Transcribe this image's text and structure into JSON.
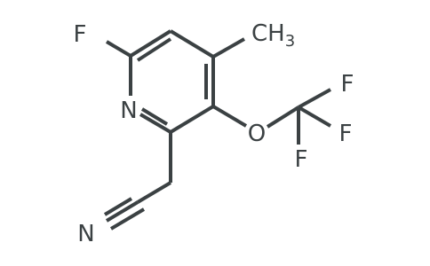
{
  "molecule": {
    "atom_labels": {
      "fluorine_ring": "F",
      "nitrogen_ring": "N",
      "methyl": "CH",
      "methyl_subscript": "3",
      "oxygen": "O",
      "cf3_f_top": "F",
      "cf3_f_right": "F",
      "cf3_f_bottom": "F",
      "nitrile_n": "N"
    },
    "colors": {
      "bond": "#3b4143",
      "text": "#3b4143",
      "background": "#ffffff"
    }
  }
}
